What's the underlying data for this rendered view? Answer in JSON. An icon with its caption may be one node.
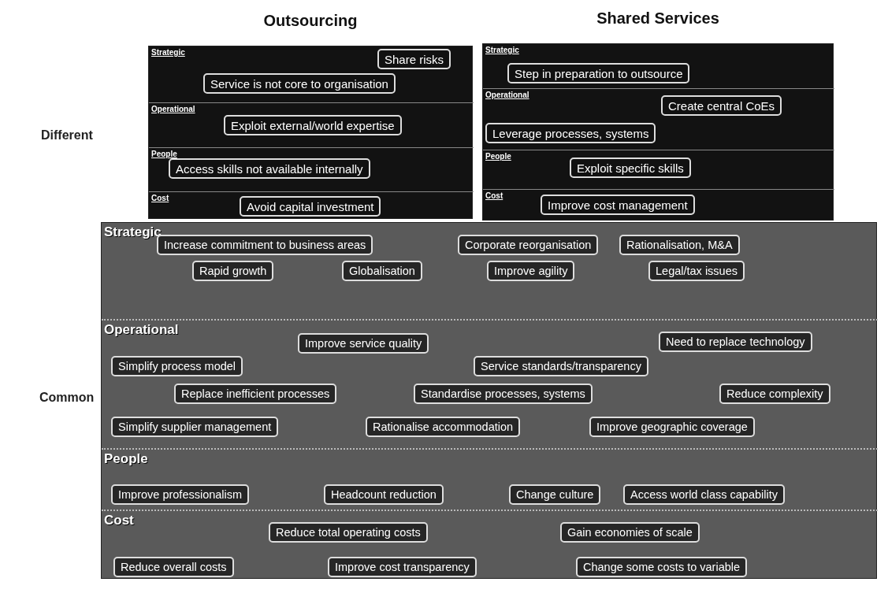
{
  "diagram": {
    "nodes": [
      {
        "text": [
          "Outsourcing"
        ]
      },
      {
        "text": [
          "Strategic"
        ],
        "in": 0
      },
      {
        "text": [
          "Share risks"
        ],
        "in": 1
      },
      {
        "text": [
          "Service is not core to organisation"
        ],
        "in": 1
      },
      {
        "text": [
          "Operational"
        ],
        "in": 0
      },
      {
        "text": [
          "Exploit external/world expertise"
        ],
        "in": 4
      },
      {
        "text": [
          "People"
        ],
        "in": 0
      },
      {
        "text": [
          "Access skills not available internally"
        ],
        "in": 6
      },
      {
        "text": [
          "Cost"
        ],
        "in": 0
      },
      {
        "text": [
          "Avoid capital investment"
        ],
        "in": 8
      },
      {
        "text": [
          "Shared Services"
        ]
      },
      {
        "text": [
          "Strategic"
        ],
        "in": 10
      },
      {
        "text": [
          "Step in preparation to outsource"
        ],
        "in": 11
      },
      {
        "text": [
          "Operational"
        ],
        "in": 10
      },
      {
        "text": [
          "Create central CoEs"
        ],
        "in": 13
      },
      {
        "text": [
          "Leverage processes, systems"
        ],
        "in": 13
      },
      {
        "text": [
          "People"
        ],
        "in": 10
      },
      {
        "text": [
          "Exploit specific skills"
        ],
        "in": 16
      },
      {
        "text": [
          "Cost"
        ],
        "in": 10
      },
      {
        "text": [
          "Improve cost management"
        ],
        "in": 18
      },
      {
        "text": [],
        "shape": "box"
      },
      {
        "text": [
          "Strategic"
        ],
        "in": 20
      },
      {
        "text": [
          "Increase commitment to business areas"
        ],
        "in": 21
      },
      {
        "text": [
          "Corporate reorganisation"
        ],
        "in": 21
      },
      {
        "text": [
          "Rationalisation, M&A"
        ],
        "in": 21
      },
      {
        "text": [
          "Rapid growth"
        ],
        "in": 21
      },
      {
        "text": [
          "Globalisation"
        ],
        "in": 21
      },
      {
        "text": [
          "Improve agility"
        ],
        "in": 21
      },
      {
        "text": [
          "Legal/tax issues"
        ],
        "in": 21
      },
      {
        "text": [
          "Operational"
        ],
        "in": 20
      },
      {
        "text": [
          "Improve service quality"
        ],
        "in": 29
      },
      {
        "text": [
          "Need to replace technology"
        ],
        "in": 29
      },
      {
        "text": [
          "Simplify process model"
        ],
        "in": 29
      },
      {
        "text": [
          "Service standards/transparency"
        ],
        "in": 29
      },
      {
        "text": [
          "Replace inefficient processes"
        ],
        "in": 29
      },
      {
        "text": [
          "Standardise processes, systems"
        ],
        "in": 29
      },
      {
        "text": [
          "Reduce complexity"
        ],
        "in": 29
      },
      {
        "text": [
          "Simplify supplier management"
        ],
        "in": 29
      },
      {
        "text": [
          "Rationalise accommodation"
        ],
        "in": 29
      },
      {
        "text": [
          "Improve geographic coverage"
        ],
        "in": 29
      },
      {
        "text": [
          "People"
        ],
        "in": 20
      },
      {
        "text": [
          "Improve professionalism"
        ],
        "in": 40
      },
      {
        "text": [
          "Headcount reduction"
        ],
        "in": 40
      },
      {
        "text": [
          "Change culture"
        ],
        "in": 40
      },
      {
        "text": [
          "Access world class capability"
        ],
        "in": 40
      },
      {
        "text": [
          "Cost"
        ],
        "in": 20
      },
      {
        "text": [
          "Reduce total operating costs"
        ],
        "in": 45
      },
      {
        "text": [
          "Gain economies of scale"
        ],
        "in": 45
      },
      {
        "text": [
          "Reduce overall costs"
        ],
        "in": 45
      },
      {
        "text": [
          "Improve cost transparency"
        ],
        "in": 45
      },
      {
        "text": [
          "Change some costs to variable"
        ],
        "in": 45
      }
    ],
    "labels": [
      "Different",
      "Common"
    ]
  }
}
